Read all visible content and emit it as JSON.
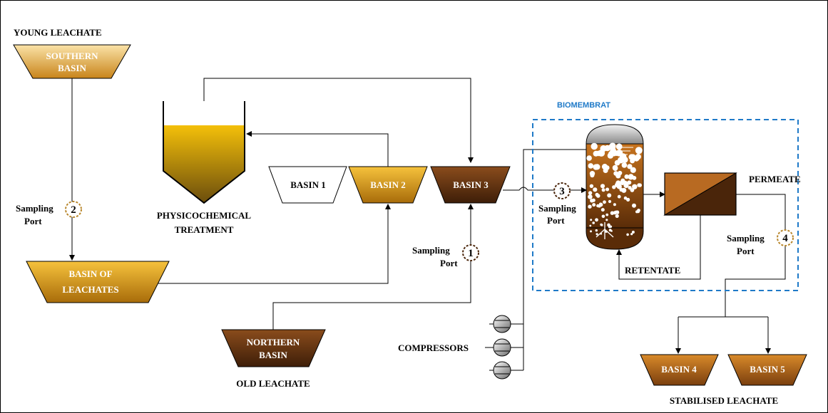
{
  "labels": {
    "young_leachate": "YOUNG LEACHATE",
    "southern_basin": [
      "SOUTHERN",
      "BASIN"
    ],
    "basin_of_leachates": [
      "BASIN OF",
      "LEACHATES"
    ],
    "physicochemical": [
      "PHYSICOCHEMICAL",
      "TREATMENT"
    ],
    "basin1": "BASIN 1",
    "basin2": "BASIN 2",
    "basin3": "BASIN 3",
    "northern_basin": [
      "NORTHERN",
      "BASIN"
    ],
    "old_leachate": "OLD LEACHATE",
    "biomembrat": "BIOMEMBRAT",
    "permeate": "PERMEATE",
    "retentate": "RETENTATE",
    "compressors": "COMPRESSORS",
    "basin4": "BASIN 4",
    "basin5": "BASIN 5",
    "stabilised_leachate": "STABILISED LEACHATE",
    "sampling": "Sampling",
    "port": "Port"
  },
  "sampling_ports": [
    "1",
    "2",
    "3",
    "4"
  ],
  "colors": {
    "gold": "#e4a417",
    "gold_dark": "#c88a0c",
    "brown": "#6b3a14",
    "brown_dark": "#4a250a",
    "reactor": "#b86a22",
    "port_ring": "#b8862b",
    "dash_blue": "#1f7ac8"
  }
}
